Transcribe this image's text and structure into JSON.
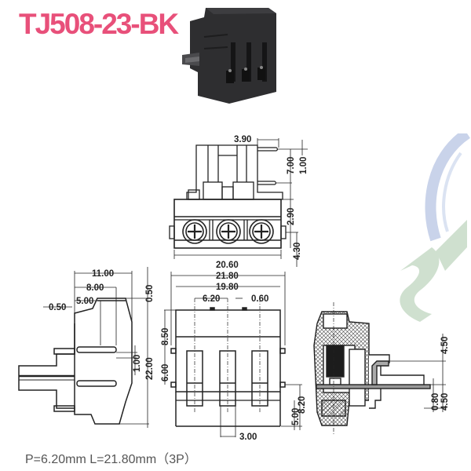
{
  "header": {
    "part_number": "TJ508-23-BK",
    "title_color": "#e8507a"
  },
  "photo": {
    "description": "black 3-pin pluggable terminal block",
    "body_color": "#2b2b2d"
  },
  "top_view": {
    "dims": {
      "pin_offset": "3.90",
      "pin_height": "7.00",
      "pin_top": "1.00",
      "body_upper": "2.90",
      "body_lower": "4.30",
      "inner_width": "20.60"
    }
  },
  "side_view": {
    "dims": {
      "depth_total": "11.00",
      "depth_mid": "8.00",
      "depth_pin": "5.00",
      "ledge_left": "0.50",
      "ledge_top": "0.50",
      "pin_gap": "1.00",
      "height_total": "22.00"
    }
  },
  "front_view": {
    "dims": {
      "total_width": "21.80",
      "body_width": "19.80",
      "pitch": "6.20",
      "key_width": "0.60",
      "upper_height": "8.50",
      "latch_spacing": "6.00",
      "slot_height": "8.20",
      "base_height": "5.00",
      "slot_width": "3.00"
    }
  },
  "section_view": {
    "dims": {
      "pin_upper": "4.50",
      "pin_lower": "4.50",
      "pin_thickness": "0.80"
    }
  },
  "footer": {
    "spec": "P=6.20mm  L=21.80mm（3P）"
  },
  "watermark": {
    "text": "SC",
    "color_blue": "#c9d3ea",
    "color_green": "#cfe0cf"
  }
}
